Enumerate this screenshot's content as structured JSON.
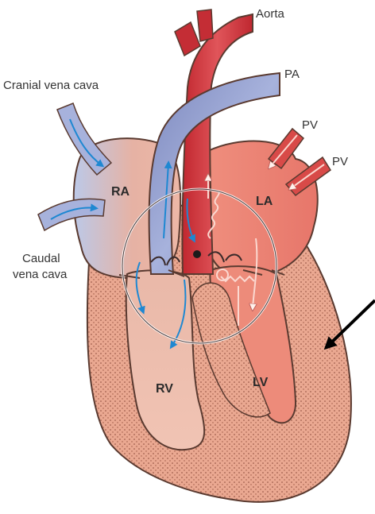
{
  "labels": {
    "aorta": "Aorta",
    "pa": "PA",
    "cranial_vena_cava": "Cranial vena cava",
    "pv_upper": "PV",
    "pv_lower": "PV",
    "ra": "RA",
    "la": "LA",
    "caudal_line1": "Caudal",
    "caudal_line2": "vena cava",
    "rv": "RV",
    "lv": "LV"
  },
  "colors": {
    "aorta_red": "#c8303a",
    "pa_blue": "#8f9ccc",
    "right_side_pink": "#e8b4a4",
    "left_side_salmon": "#ec8a78",
    "myocardium": "#ecad97",
    "flow_arrow_blue": "#1e88d2",
    "flow_arrow_pink": "#fbd8d0",
    "pointer_arrow": "#000000"
  }
}
